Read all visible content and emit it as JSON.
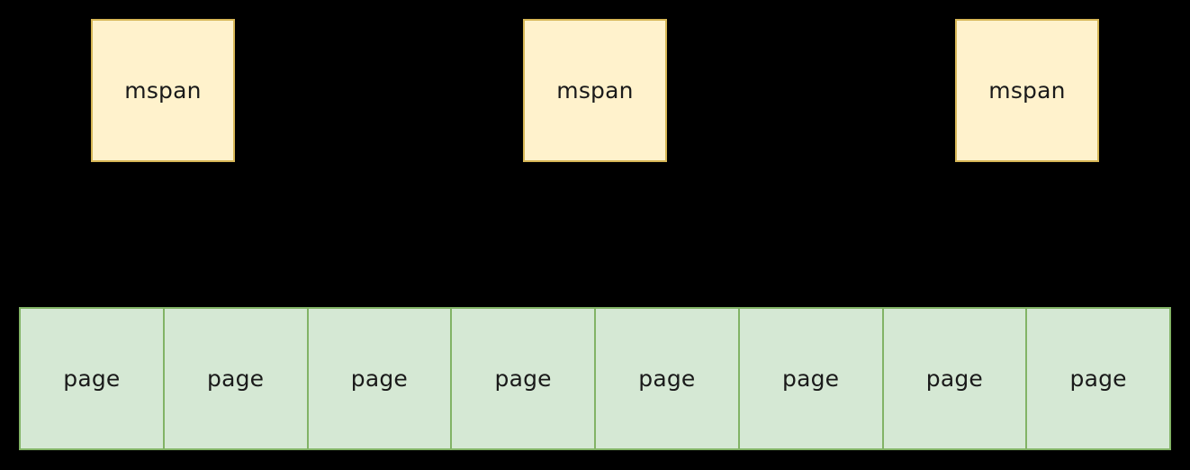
{
  "diagram": {
    "background_color": "#000000",
    "mspan_row": {
      "fill_color": "#fff2cc",
      "stroke_color": "#d6b656",
      "boxes": [
        {
          "label": "mspan"
        },
        {
          "label": "mspan"
        },
        {
          "label": "mspan"
        }
      ]
    },
    "page_row": {
      "fill_color": "#d5e8d4",
      "stroke_color": "#82b366",
      "cells": [
        {
          "label": "page"
        },
        {
          "label": "page"
        },
        {
          "label": "page"
        },
        {
          "label": "page"
        },
        {
          "label": "page"
        },
        {
          "label": "page"
        },
        {
          "label": "page"
        },
        {
          "label": "page"
        }
      ]
    }
  }
}
